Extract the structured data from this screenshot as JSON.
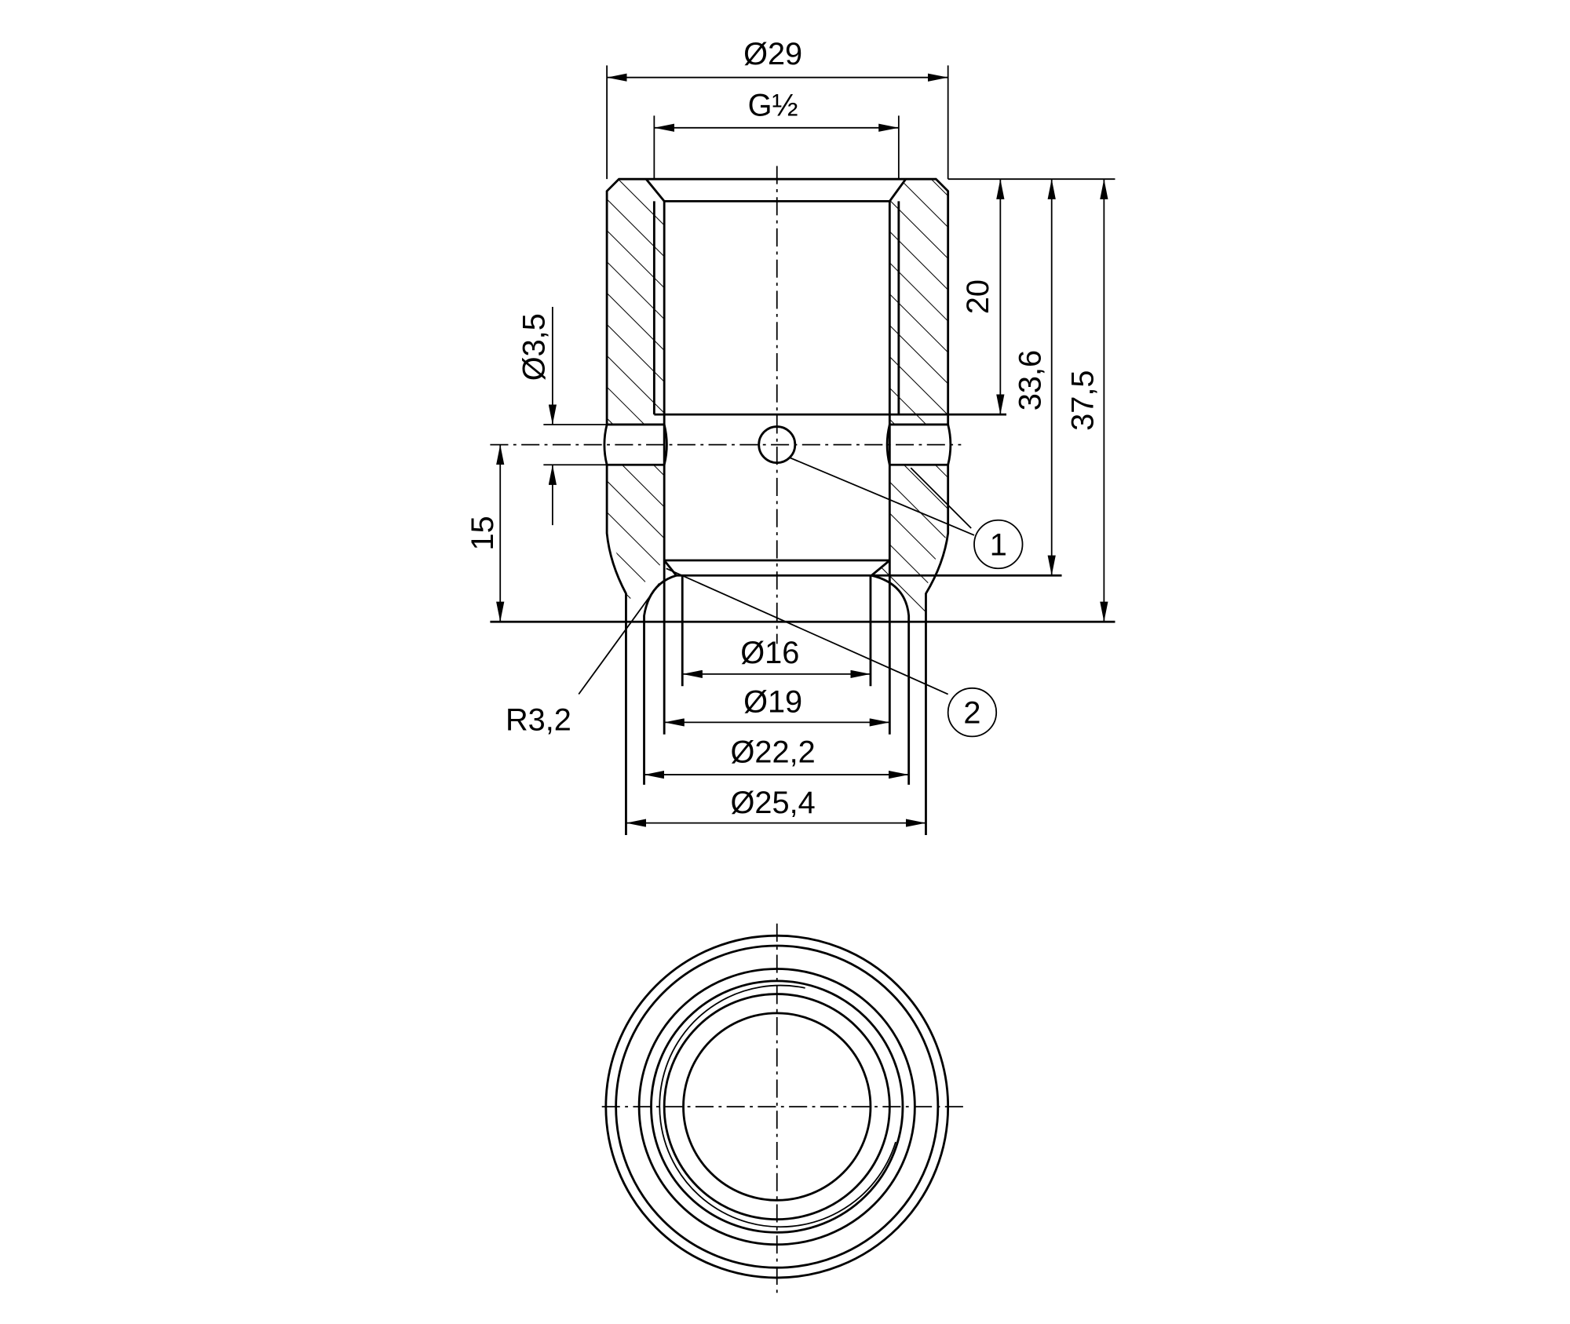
{
  "drawing": {
    "dimensions": {
      "outer_diameter": "Ø29",
      "thread": "G½",
      "thread_depth": "20",
      "depth_to_step": "33,6",
      "total_length": "37,5",
      "hole_diameter": "Ø3,5",
      "hole_height": "15",
      "d16": "Ø16",
      "d19": "Ø19",
      "d22": "Ø22,2",
      "d25": "Ø25,4",
      "radius": "R3,2"
    },
    "callouts": [
      "1",
      "2"
    ]
  }
}
